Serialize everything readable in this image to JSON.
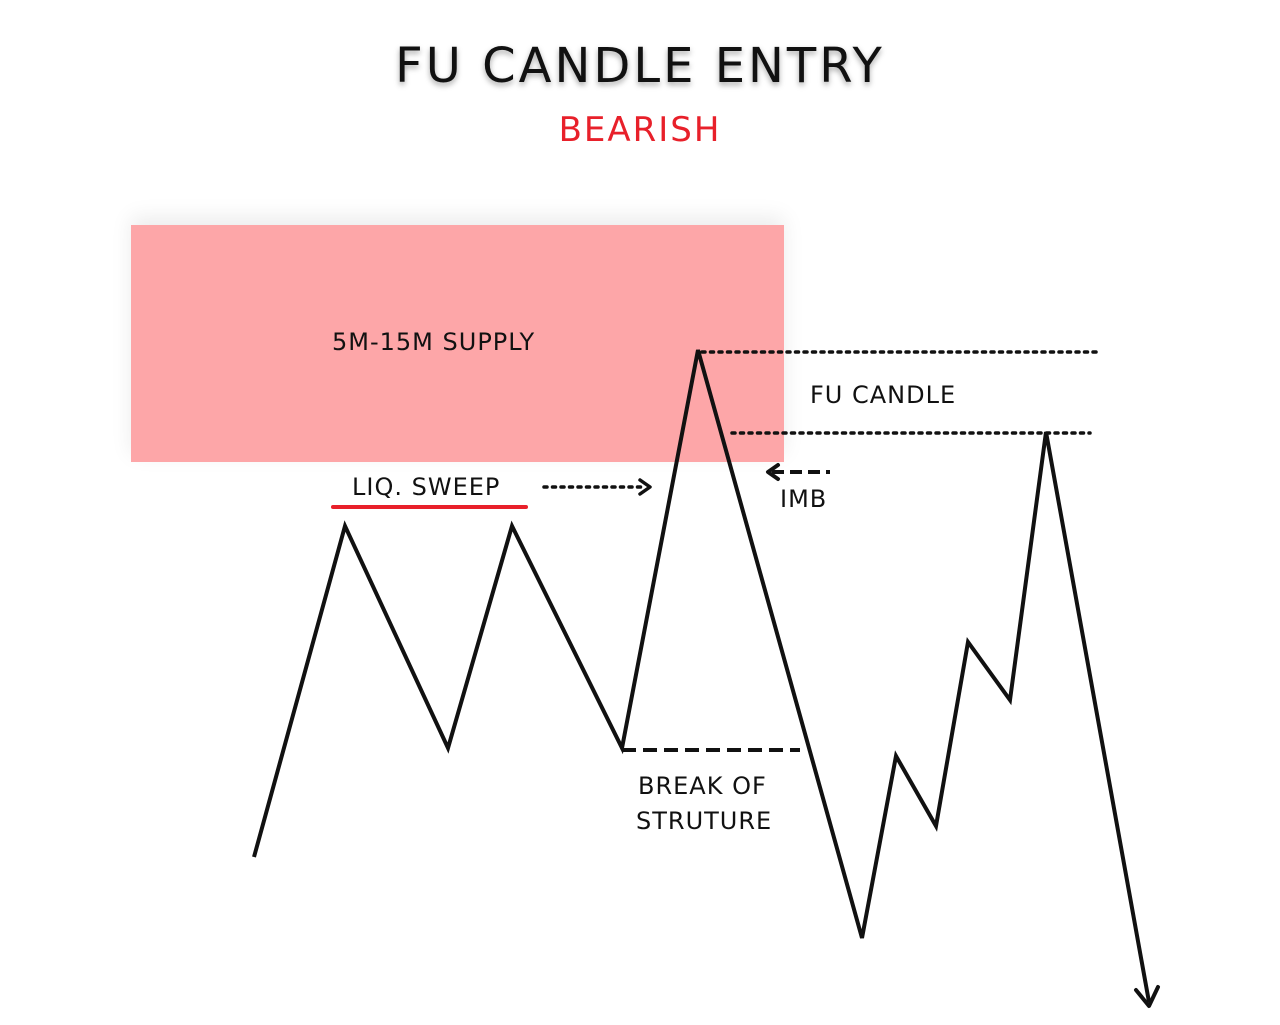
{
  "title": "FU CANDLE ENTRY",
  "subtitle": "BEARISH",
  "labels": {
    "supply": "5M-15M SUPPLY",
    "fu_candle": "FU CANDLE",
    "liq_sweep": "LIQ. SWEEP",
    "imb": "IMB",
    "bos_line1": "BREAK OF",
    "bos_line2": "STRUTURE"
  },
  "colors": {
    "supply_zone": "#fda6a8",
    "subtitle": "#e8202a",
    "underline": "#e8202a",
    "line": "#111111"
  }
}
